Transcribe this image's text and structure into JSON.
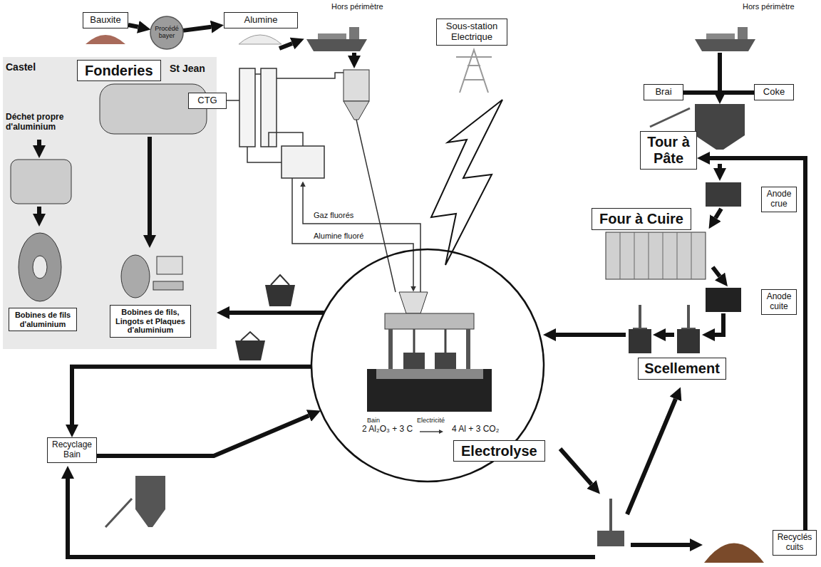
{
  "diagram": {
    "nodes": [
      {
        "text": [
          "Bauxite"
        ]
      },
      {
        "text": [
          "Procédé bayer"
        ]
      },
      {
        "text": [
          "Alumine"
        ]
      },
      {
        "text": [
          "Sous-station Electrique"
        ]
      },
      {
        "text": [
          "CTG"
        ]
      },
      {
        "text": [
          "Brai"
        ]
      },
      {
        "text": [
          "Coke"
        ]
      },
      {
        "text": [
          "Fonderies"
        ]
      },
      {
        "text": [
          "Bobines de fils d'aluminium"
        ],
        "in": 7
      },
      {
        "text": [
          "Bobines de fils, Lingots et Plaques d'aluminium"
        ],
        "in": 7
      },
      {
        "text": [
          "Tour à Pâte"
        ]
      },
      {
        "text": [
          "Anode crue"
        ]
      },
      {
        "text": [
          "Four à Cuire"
        ]
      },
      {
        "text": [
          "Anode cuite"
        ]
      },
      {
        "text": [
          "Scellement"
        ]
      },
      {
        "text": [
          "Electrolyse"
        ]
      },
      {
        "text": [
          "Recyclage Bain"
        ]
      },
      {
        "text": [
          "Recyclés cuits"
        ]
      }
    ],
    "edges": [
      {
        "from": 0,
        "to": 1,
        "arrow": "to"
      },
      {
        "from": 1,
        "to": 2,
        "arrow": "to"
      },
      {
        "from": 15,
        "to": 7,
        "arrow": "to"
      },
      {
        "from": 15,
        "to": 16,
        "arrow": "to"
      },
      {
        "from": 16,
        "to": 15,
        "arrow": "to"
      },
      {
        "from": 17,
        "to": 10,
        "arrow": "to"
      }
    ],
    "labels": [
      "Hors périmètre",
      "Hors périmètre",
      "Castel",
      "St Jean",
      "Déchet propre d'aluminium",
      "Gaz fluorés",
      "Alumine fluoré",
      "Bain",
      "Electricité",
      "2 Al₂O₃ + 3 C",
      "4 Al + 3 CO₂"
    ]
  }
}
